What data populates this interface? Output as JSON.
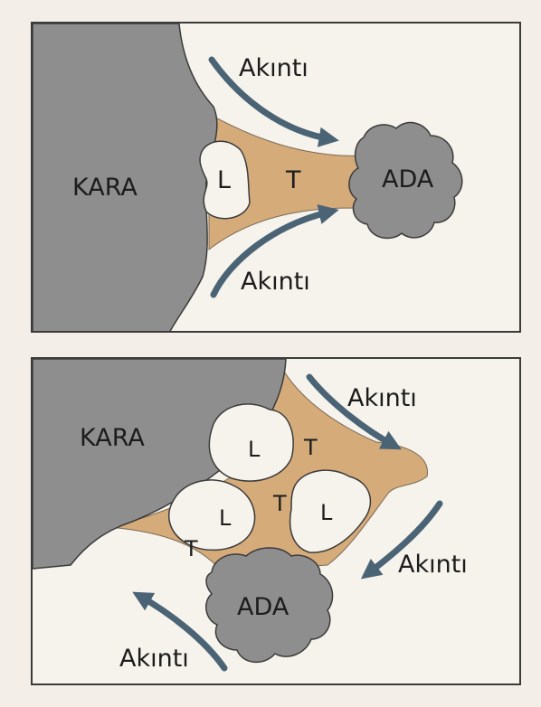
{
  "top_panel": {
    "land_label": "KARA",
    "island_label": "ADA",
    "lagoon_label": "L",
    "tombolo_label": "T",
    "current_upper_label": "Akıntı",
    "current_lower_label": "Akıntı"
  },
  "bottom_panel": {
    "land_label": "KARA",
    "island_label": "ADA",
    "lagoon_labels": [
      "L",
      "L",
      "L"
    ],
    "tombolo_labels": [
      "T",
      "T",
      "T"
    ],
    "current_top_label": "Akıntı",
    "current_right_label": "Akıntı",
    "current_bottom_label": "Akıntı"
  },
  "colors": {
    "land": "#8e8e8e",
    "sand": "#d5ab7a",
    "water": "#f6f3ec",
    "arrow": "#4b6475",
    "outline": "#3b3b3b"
  }
}
